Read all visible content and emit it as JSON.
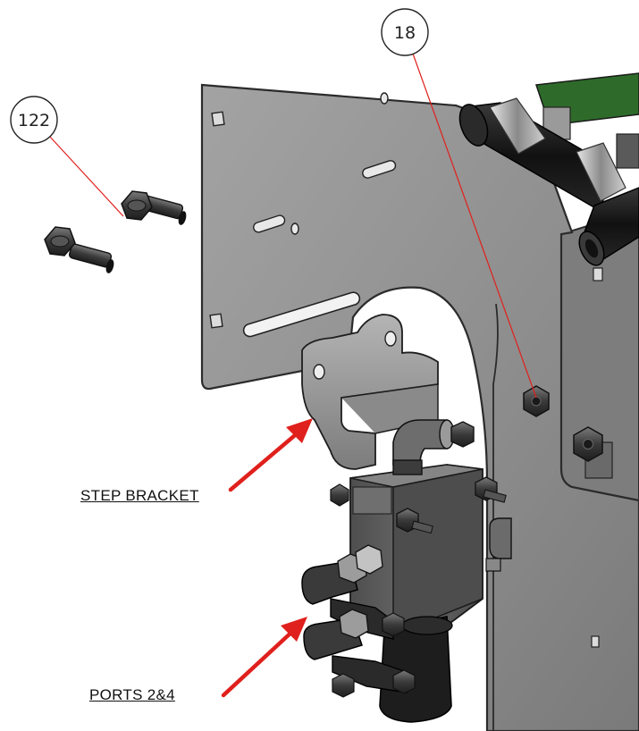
{
  "callouts": [
    {
      "id": "callout-122",
      "number": "122"
    },
    {
      "id": "callout-18",
      "number": "18"
    }
  ],
  "labels": {
    "step_bracket": "STEP BRACKET",
    "ports": "PORTS 2&4"
  },
  "colors": {
    "callout_leader": "#e0201c",
    "arrow": "#e0201c",
    "plate": "#8f8f8f",
    "plate_edge": "#2b2b2b",
    "hose": "#1c1c1c",
    "bracket": "#9a9a9a",
    "valve_block": "#5e5e5e",
    "pcb": "#2e6b2a"
  }
}
